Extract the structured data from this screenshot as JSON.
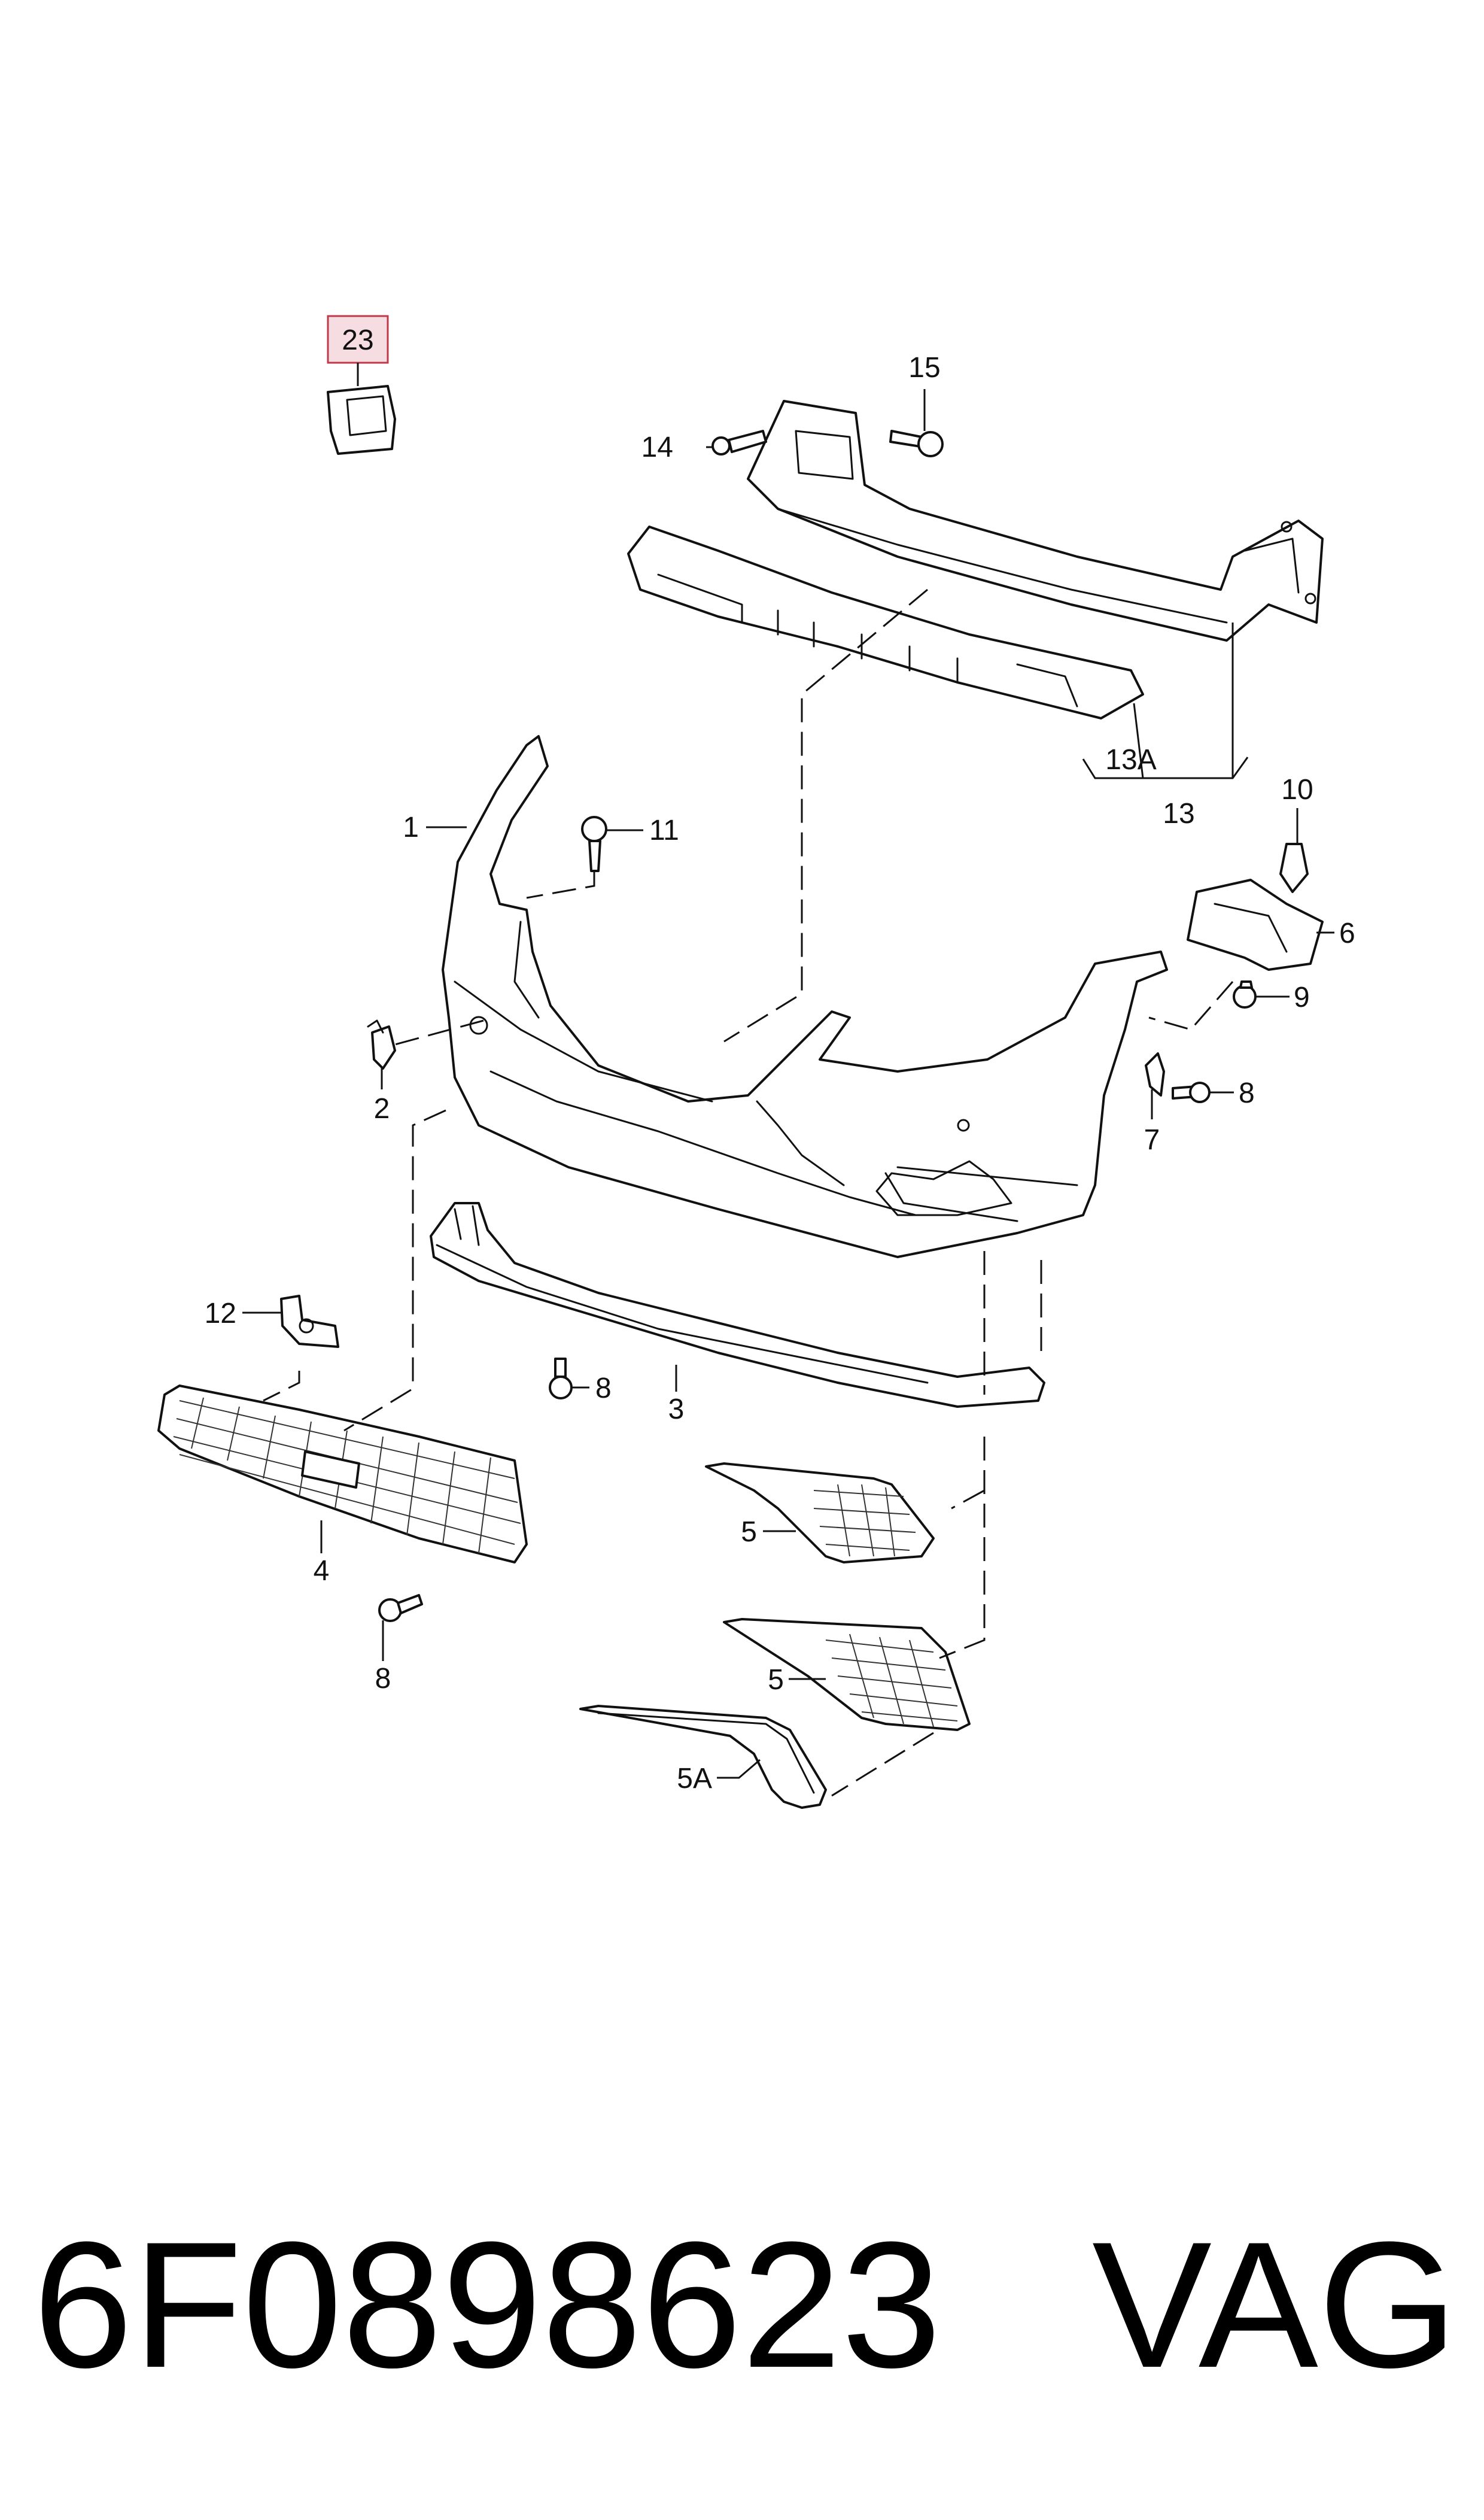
{
  "callouts": {
    "c23": "23",
    "c15": "15",
    "c14": "14",
    "c13A": "13A",
    "c13": "13",
    "c10": "10",
    "c1": "1",
    "c11": "11",
    "c6": "6",
    "c9": "9",
    "c2": "2",
    "c8a": "8",
    "c7": "7",
    "c12": "12",
    "c8b": "8",
    "c3": "3",
    "c4": "4",
    "c8c": "8",
    "c5a": "5",
    "c5b": "5",
    "c5A": "5A"
  },
  "highlighted_callout": "23",
  "footer": {
    "part_number": "6F0898623",
    "brand": "VAG"
  },
  "colors": {
    "highlight_fill": "#f6dde1",
    "highlight_stroke": "#c0394b",
    "line": "#111111"
  }
}
